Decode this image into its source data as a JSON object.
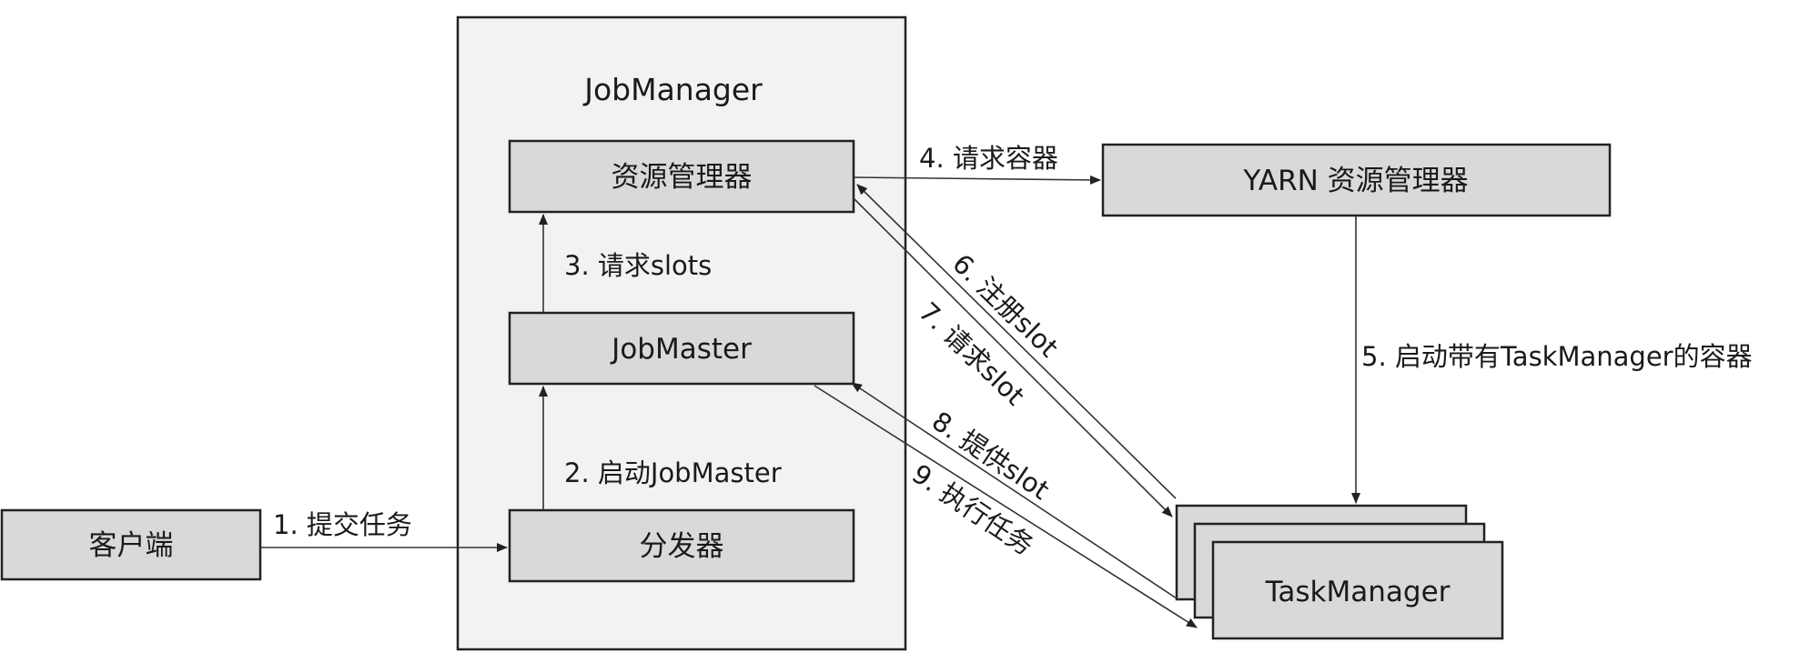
{
  "job_manager": {
    "title": "JobManager"
  },
  "nodes": {
    "resource_manager": "资源管理器",
    "job_master": "JobMaster",
    "dispatcher": "分发器",
    "client": "客户端",
    "yarn_resource_manager": "YARN 资源管理器",
    "task_manager": "TaskManager"
  },
  "edges": {
    "submit_job": "1. 提交任务",
    "start_jobmaster": "2. 启动JobMaster",
    "request_slots": "3. 请求slots",
    "request_container": "4. 请求容器",
    "start_taskmanager_container": "5. 启动带有TaskManager的容器",
    "register_slot": "6. 注册slot",
    "request_slot": "7. 请求slot",
    "offer_slot": "8. 提供slot",
    "execute_task": "9. 执行任务"
  },
  "colors": {
    "box_fill": "#d9d9d9",
    "container_fill": "#f2f2f2",
    "stroke": "#222222"
  }
}
